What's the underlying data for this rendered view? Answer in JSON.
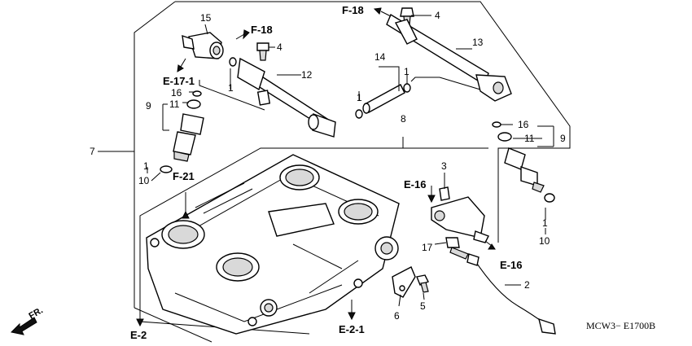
{
  "callouts": {
    "n1a": "1",
    "n1b": "1",
    "n1c": "1",
    "n1d": "1",
    "n2": "2",
    "n3": "3",
    "n4a": "4",
    "n4b": "4",
    "n5": "5",
    "n6": "6",
    "n7": "7",
    "n8": "8",
    "n9a": "9",
    "n9b": "9",
    "n10a": "10",
    "n10b": "10",
    "n11a": "11",
    "n11b": "11",
    "n12": "12",
    "n13": "13",
    "n14": "14",
    "n15": "15",
    "n16a": "16",
    "n16b": "16",
    "n17": "17"
  },
  "references": {
    "f18_left": "F-18",
    "f18_right": "F-18",
    "e17_1": "E-17-1",
    "f21": "F-21",
    "e16_upper": "E-16",
    "e16_lower": "E-16",
    "e2": "E-2",
    "e2_1": "E-2-1"
  },
  "direction": {
    "front": "FR."
  },
  "diagram_code": "MCW3− E1700B"
}
